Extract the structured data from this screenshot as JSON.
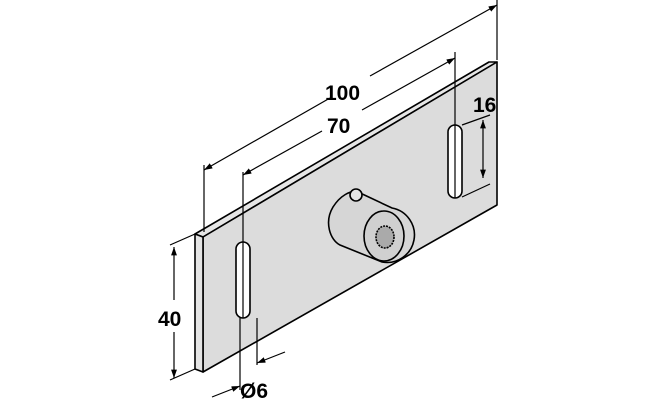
{
  "drawing": {
    "dimensions": {
      "overall_length": "100",
      "slot_spacing": "70",
      "slot_length": "16",
      "height": "40",
      "slot_diameter": "Ø6"
    },
    "colors": {
      "plate": "#dcdcdc",
      "line": "#000000",
      "background": "#ffffff"
    }
  }
}
